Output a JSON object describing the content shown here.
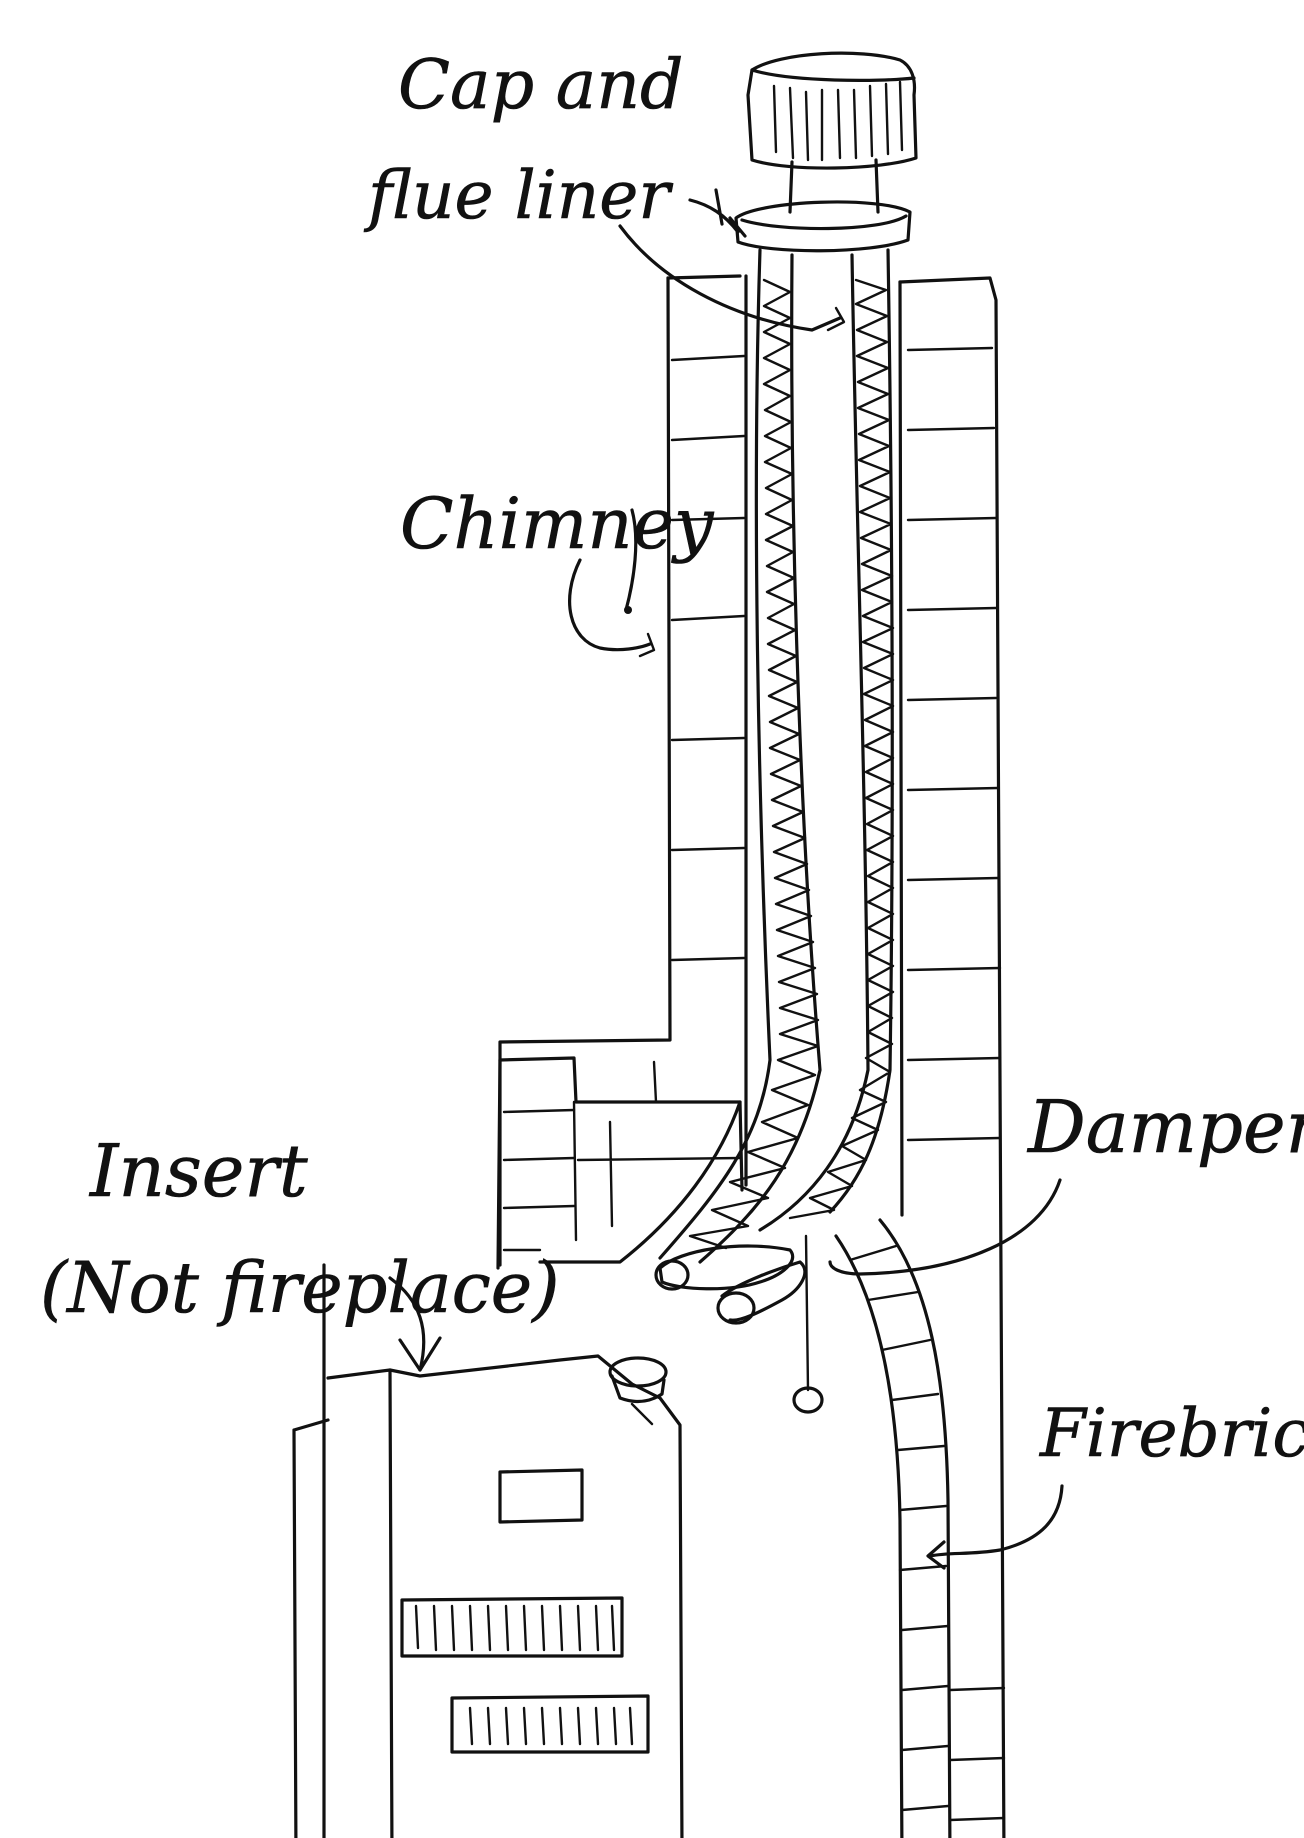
{
  "labels": {
    "cap_line1": "Cap and",
    "cap_line2": "flue liner",
    "chimney": "Chimney",
    "insert_line1": "Insert",
    "insert_line2": "(Not fireplace)",
    "damper": "Damper",
    "firebrick": "Firebrick"
  }
}
